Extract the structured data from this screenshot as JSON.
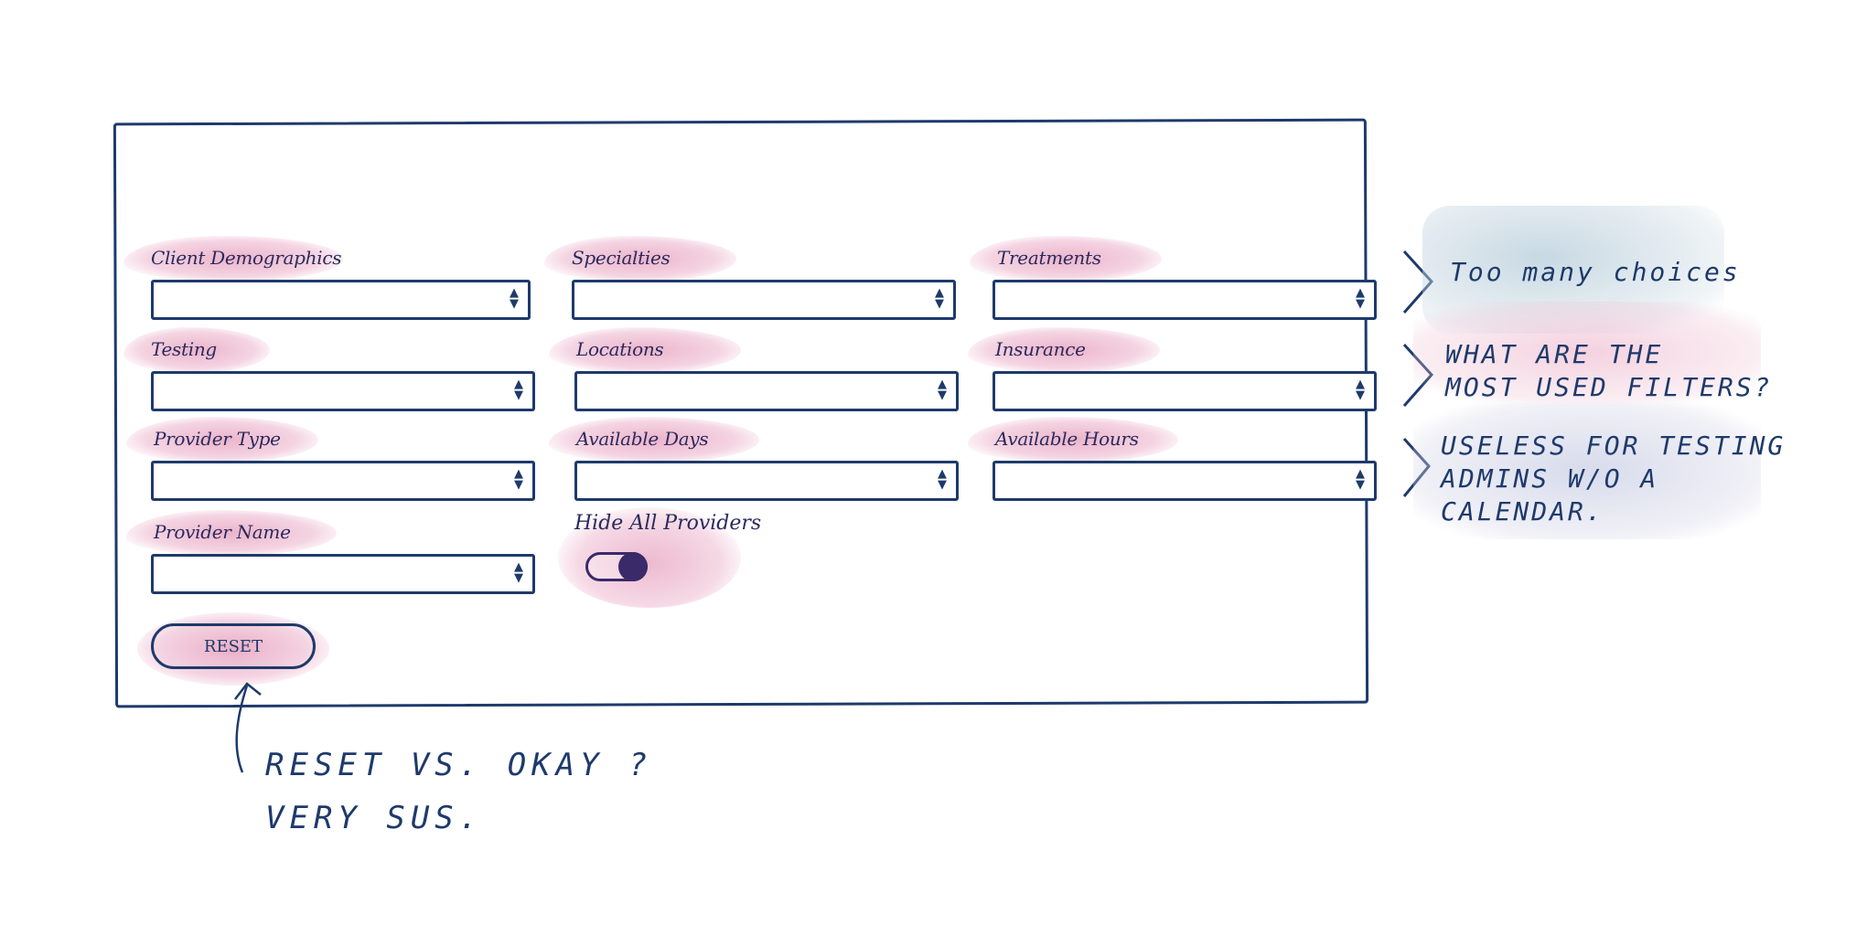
{
  "filters": [
    {
      "label": "Client Demographics"
    },
    {
      "label": "Specialties"
    },
    {
      "label": "Treatments"
    },
    {
      "label": "Testing"
    },
    {
      "label": "Locations"
    },
    {
      "label": "Insurance"
    },
    {
      "label": "Provider Type"
    },
    {
      "label": "Available Days"
    },
    {
      "label": "Available Hours"
    },
    {
      "label": "Provider Name"
    }
  ],
  "toggle": {
    "label": "Hide All Providers",
    "on": true
  },
  "reset": {
    "label": "RESET"
  },
  "notes": {
    "note1": "Too many choices",
    "note2_line1": "WHAT ARE THE",
    "note2_line2": "MOST USED FILTERS?",
    "note3_line1": "USELESS FOR TESTING",
    "note3_line2": "ADMINS W/O A",
    "note3_line3": "CALENDAR.",
    "note4_line1": "RESET VS. OKAY ?",
    "note4_line2": "VERY SUS."
  },
  "colors": {
    "ink": "#1e3a6b",
    "highlight": "#e48cb0",
    "note_bg_blue": "#c9d8e2",
    "note_bg_pink": "#f0c6d6"
  }
}
